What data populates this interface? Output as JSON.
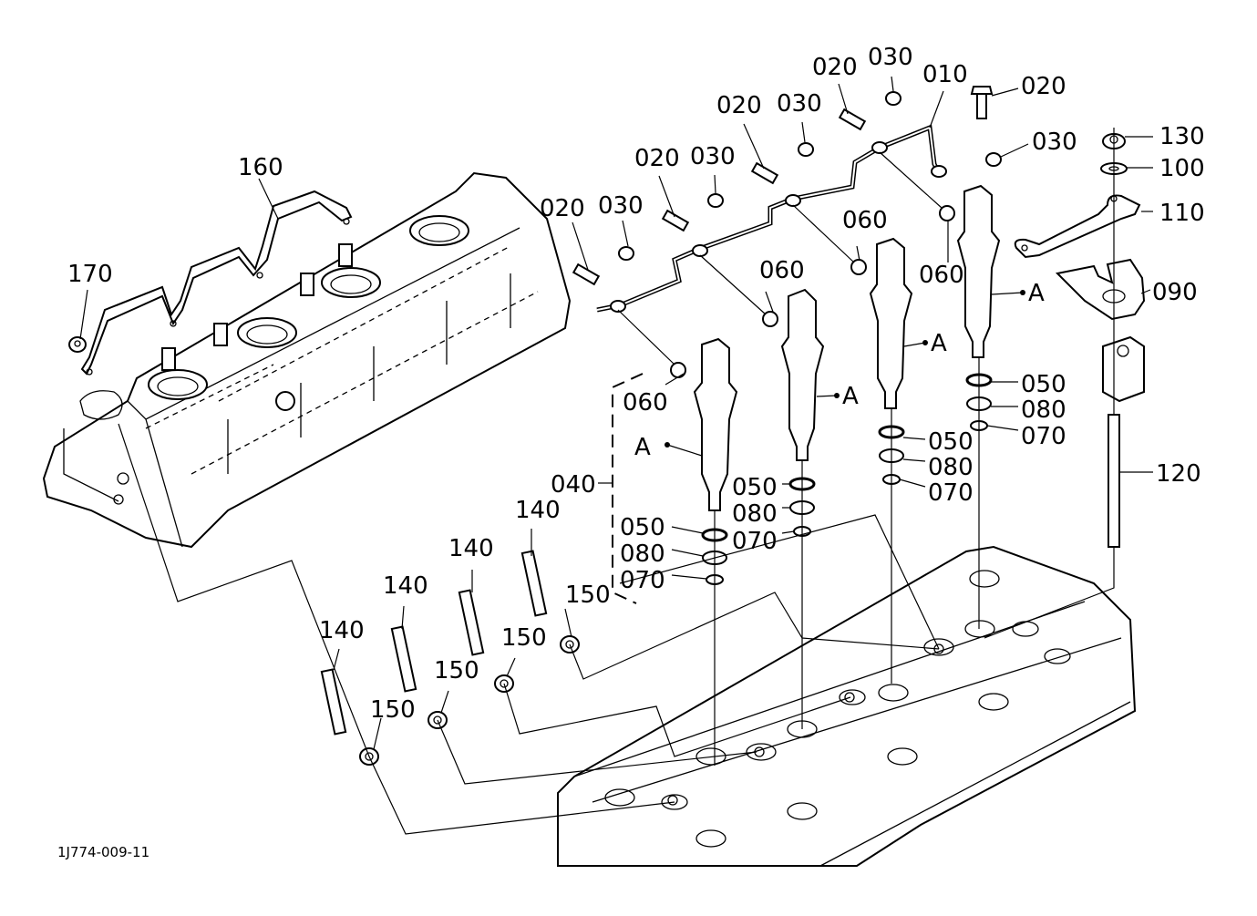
{
  "diagram": {
    "title": "Injection nozzle and glow plug exploded parts view",
    "reference_code": "1J774-009-11",
    "callouts": [
      {
        "id": "c010",
        "label": "010",
        "part": "injection pipe"
      },
      {
        "id": "c020a",
        "label": "020",
        "part": "eye bolt"
      },
      {
        "id": "c020b",
        "label": "020",
        "part": "eye bolt"
      },
      {
        "id": "c020c",
        "label": "020",
        "part": "eye bolt"
      },
      {
        "id": "c020d",
        "label": "020",
        "part": "eye bolt"
      },
      {
        "id": "c020e",
        "label": "020",
        "part": "eye bolt"
      },
      {
        "id": "c030a",
        "label": "030",
        "part": "gasket"
      },
      {
        "id": "c030b",
        "label": "030",
        "part": "gasket"
      },
      {
        "id": "c030c",
        "label": "030",
        "part": "gasket"
      },
      {
        "id": "c030d",
        "label": "030",
        "part": "gasket"
      },
      {
        "id": "c030e",
        "label": "030",
        "part": "gasket"
      },
      {
        "id": "c040",
        "label": "040",
        "part": "injector assembly group"
      },
      {
        "id": "c050a",
        "label": "050",
        "part": "o-ring"
      },
      {
        "id": "c050b",
        "label": "050",
        "part": "o-ring"
      },
      {
        "id": "c050c",
        "label": "050",
        "part": "o-ring"
      },
      {
        "id": "c050d",
        "label": "050",
        "part": "o-ring"
      },
      {
        "id": "c060a",
        "label": "060",
        "part": "o-ring"
      },
      {
        "id": "c060b",
        "label": "060",
        "part": "o-ring"
      },
      {
        "id": "c060c",
        "label": "060",
        "part": "o-ring"
      },
      {
        "id": "c060d",
        "label": "060",
        "part": "o-ring"
      },
      {
        "id": "c070a",
        "label": "070",
        "part": "washer"
      },
      {
        "id": "c070b",
        "label": "070",
        "part": "washer"
      },
      {
        "id": "c070c",
        "label": "070",
        "part": "washer"
      },
      {
        "id": "c070d",
        "label": "070",
        "part": "washer"
      },
      {
        "id": "c080a",
        "label": "080",
        "part": "seal"
      },
      {
        "id": "c080b",
        "label": "080",
        "part": "seal"
      },
      {
        "id": "c080c",
        "label": "080",
        "part": "seal"
      },
      {
        "id": "c080d",
        "label": "080",
        "part": "seal"
      },
      {
        "id": "c090",
        "label": "090",
        "part": "clamp"
      },
      {
        "id": "c100",
        "label": "100",
        "part": "washer"
      },
      {
        "id": "c110",
        "label": "110",
        "part": "plate"
      },
      {
        "id": "c120",
        "label": "120",
        "part": "stud"
      },
      {
        "id": "c130",
        "label": "130",
        "part": "nut"
      },
      {
        "id": "c140a",
        "label": "140",
        "part": "glow plug"
      },
      {
        "id": "c140b",
        "label": "140",
        "part": "glow plug"
      },
      {
        "id": "c140c",
        "label": "140",
        "part": "glow plug"
      },
      {
        "id": "c140d",
        "label": "140",
        "part": "glow plug"
      },
      {
        "id": "c150a",
        "label": "150",
        "part": "seal"
      },
      {
        "id": "c150b",
        "label": "150",
        "part": "seal"
      },
      {
        "id": "c150c",
        "label": "150",
        "part": "seal"
      },
      {
        "id": "c150d",
        "label": "150",
        "part": "seal"
      },
      {
        "id": "c160",
        "label": "160",
        "part": "lead wire bar"
      },
      {
        "id": "c170",
        "label": "170",
        "part": "nut"
      }
    ],
    "section_markers": [
      {
        "label": "A"
      },
      {
        "label": "A"
      },
      {
        "label": "A"
      },
      {
        "label": "A"
      }
    ]
  }
}
